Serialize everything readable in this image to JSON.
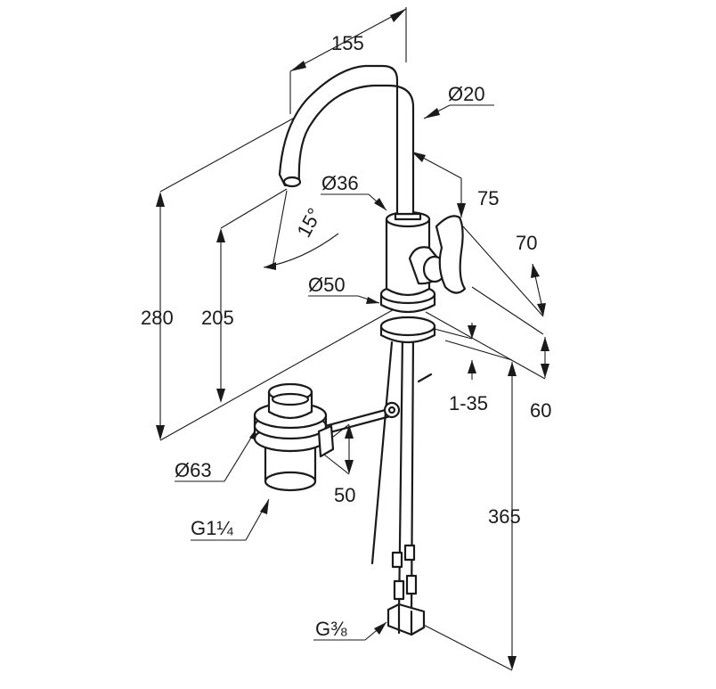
{
  "dimensions": {
    "spout_reach": "155",
    "spout_tube_diameter": "Ø20",
    "body_diameter": "Ø36",
    "spout_angle": "15°",
    "handle_length": "75",
    "handle_height": "70",
    "base_diameter": "Ø50",
    "total_height": "280",
    "spout_height": "205",
    "deck_thickness": "1-35",
    "base_to_handle": "60",
    "waste_diameter": "Ø63",
    "waste_height": "50",
    "waste_thread": "G1¼",
    "hose_length": "365",
    "hose_thread": "G⅜"
  },
  "colors": {
    "line": "#1a1a1a",
    "background": "#ffffff"
  }
}
